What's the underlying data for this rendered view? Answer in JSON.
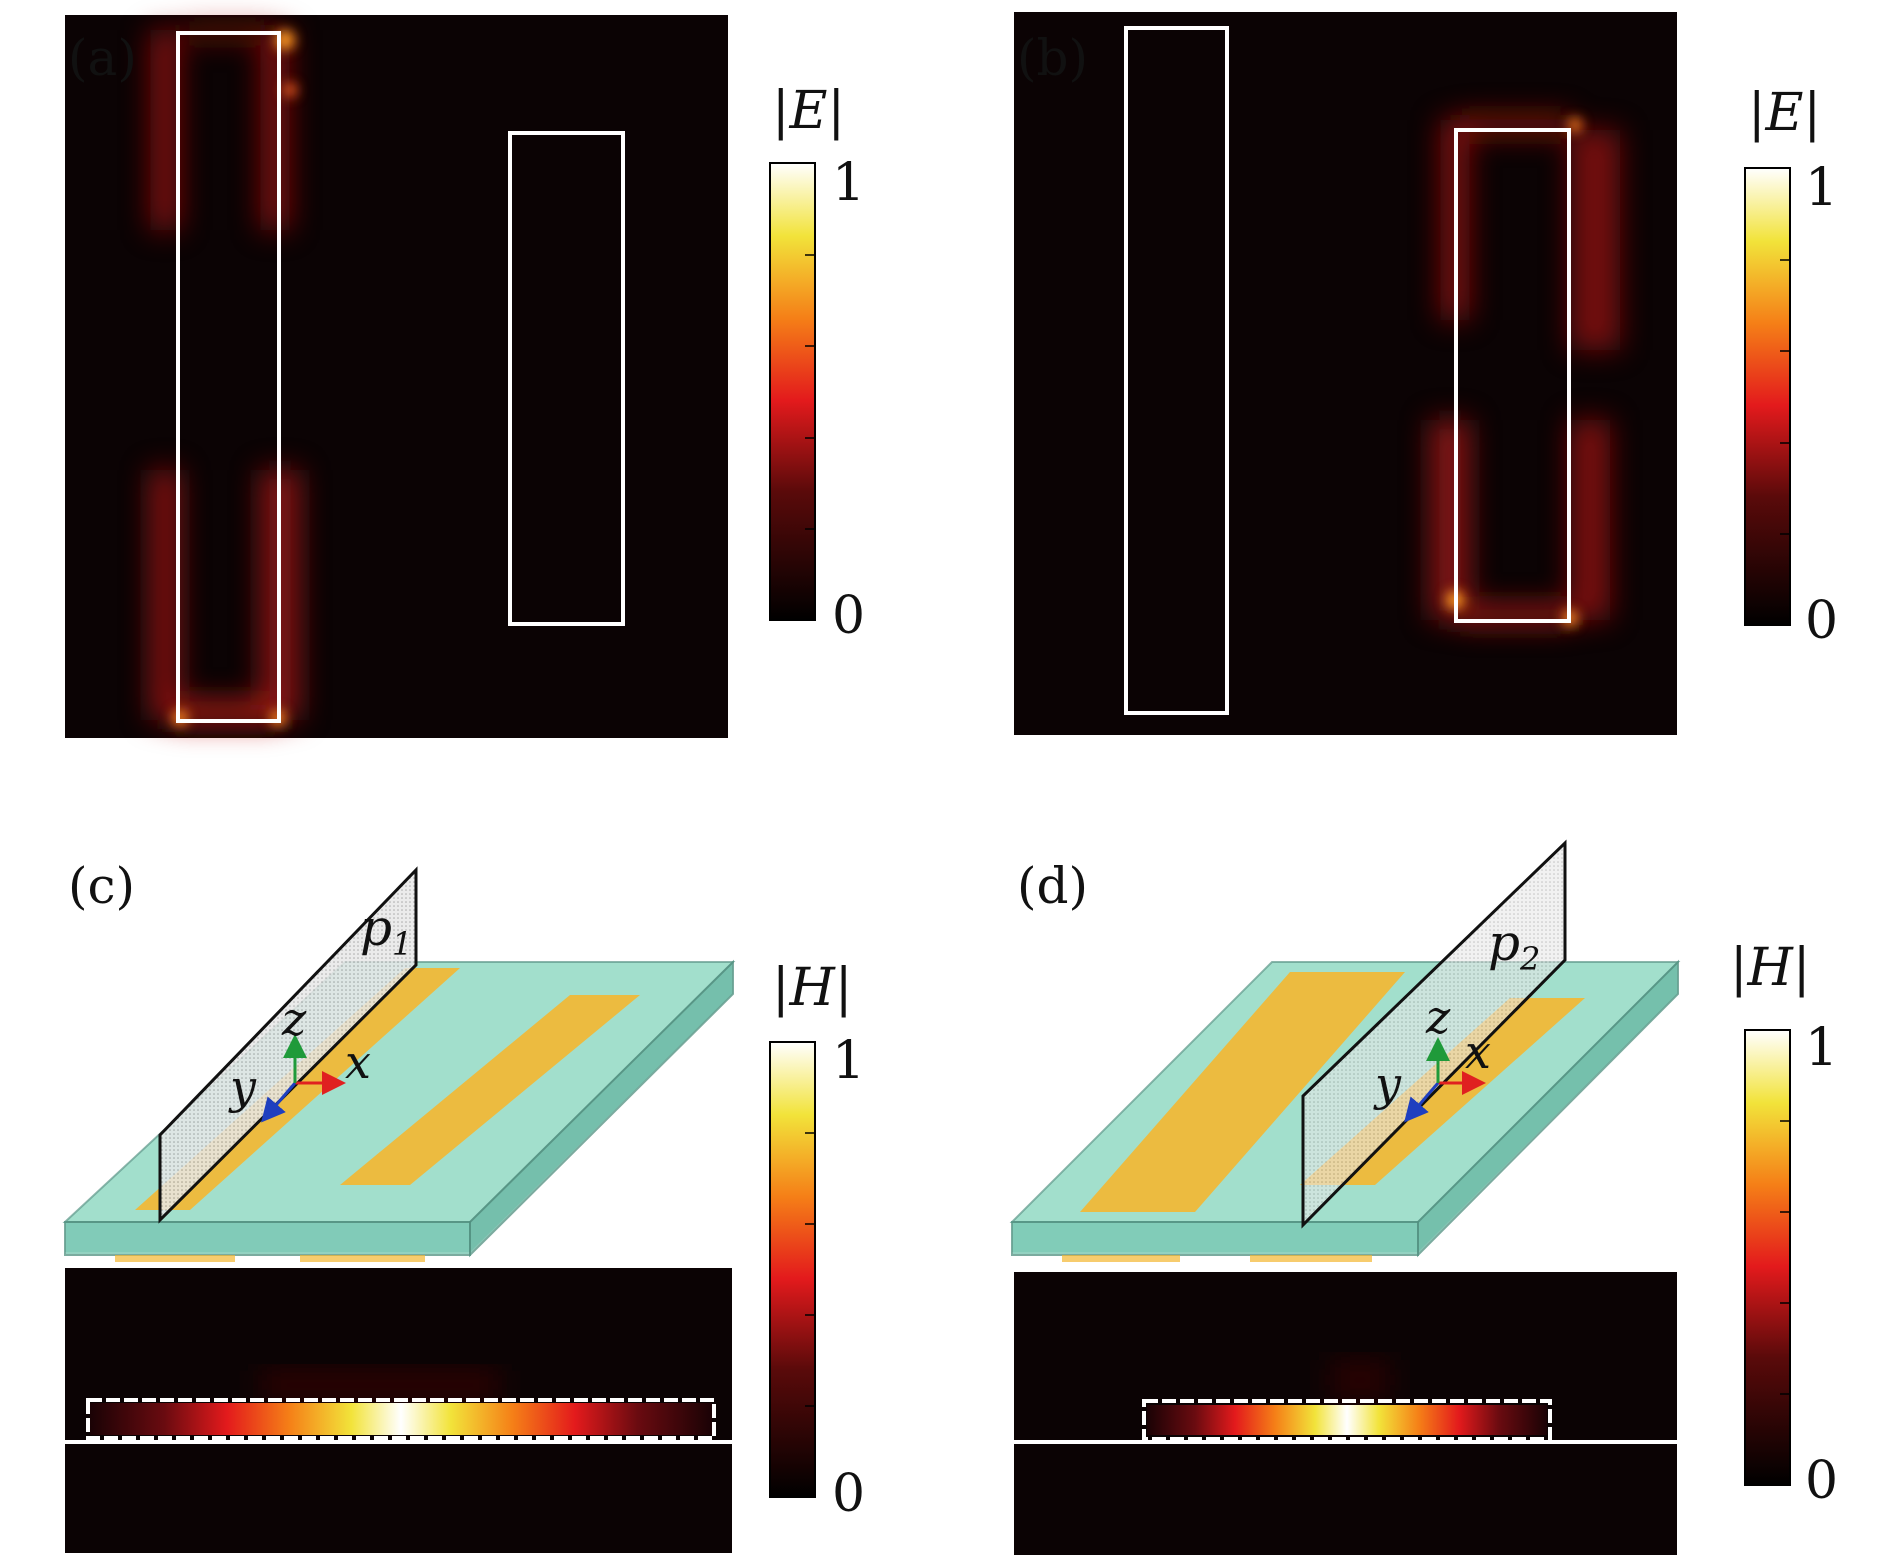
{
  "panels": {
    "a": {
      "label": "(a)",
      "cbar_title": "|E|",
      "cbar_max": "1",
      "cbar_min": "0"
    },
    "b": {
      "label": "(b)",
      "cbar_title": "|E|",
      "cbar_max": "1",
      "cbar_min": "0"
    },
    "c": {
      "label": "(c)",
      "cbar_title": "|H|",
      "cbar_max": "1",
      "cbar_min": "0",
      "plane": "p",
      "plane_sub": "1"
    },
    "d": {
      "label": "(d)",
      "cbar_title": "|H|",
      "cbar_max": "1",
      "cbar_min": "0",
      "plane": "p",
      "plane_sub": "2"
    }
  },
  "axes": {
    "x": "x",
    "y": "y",
    "z": "z"
  },
  "colors": {
    "background_field": "#0b0304",
    "outline": "#ffffff",
    "glass": "#7fd1b9",
    "strip": "#f4b731",
    "axis_x": "#e02020",
    "axis_y": "#1f3fbf",
    "axis_z": "#1f9a3a",
    "colormap": [
      "#000000",
      "#5a0a0a",
      "#e31a1c",
      "#f57f17",
      "#f2e33a",
      "#ffffff"
    ]
  }
}
